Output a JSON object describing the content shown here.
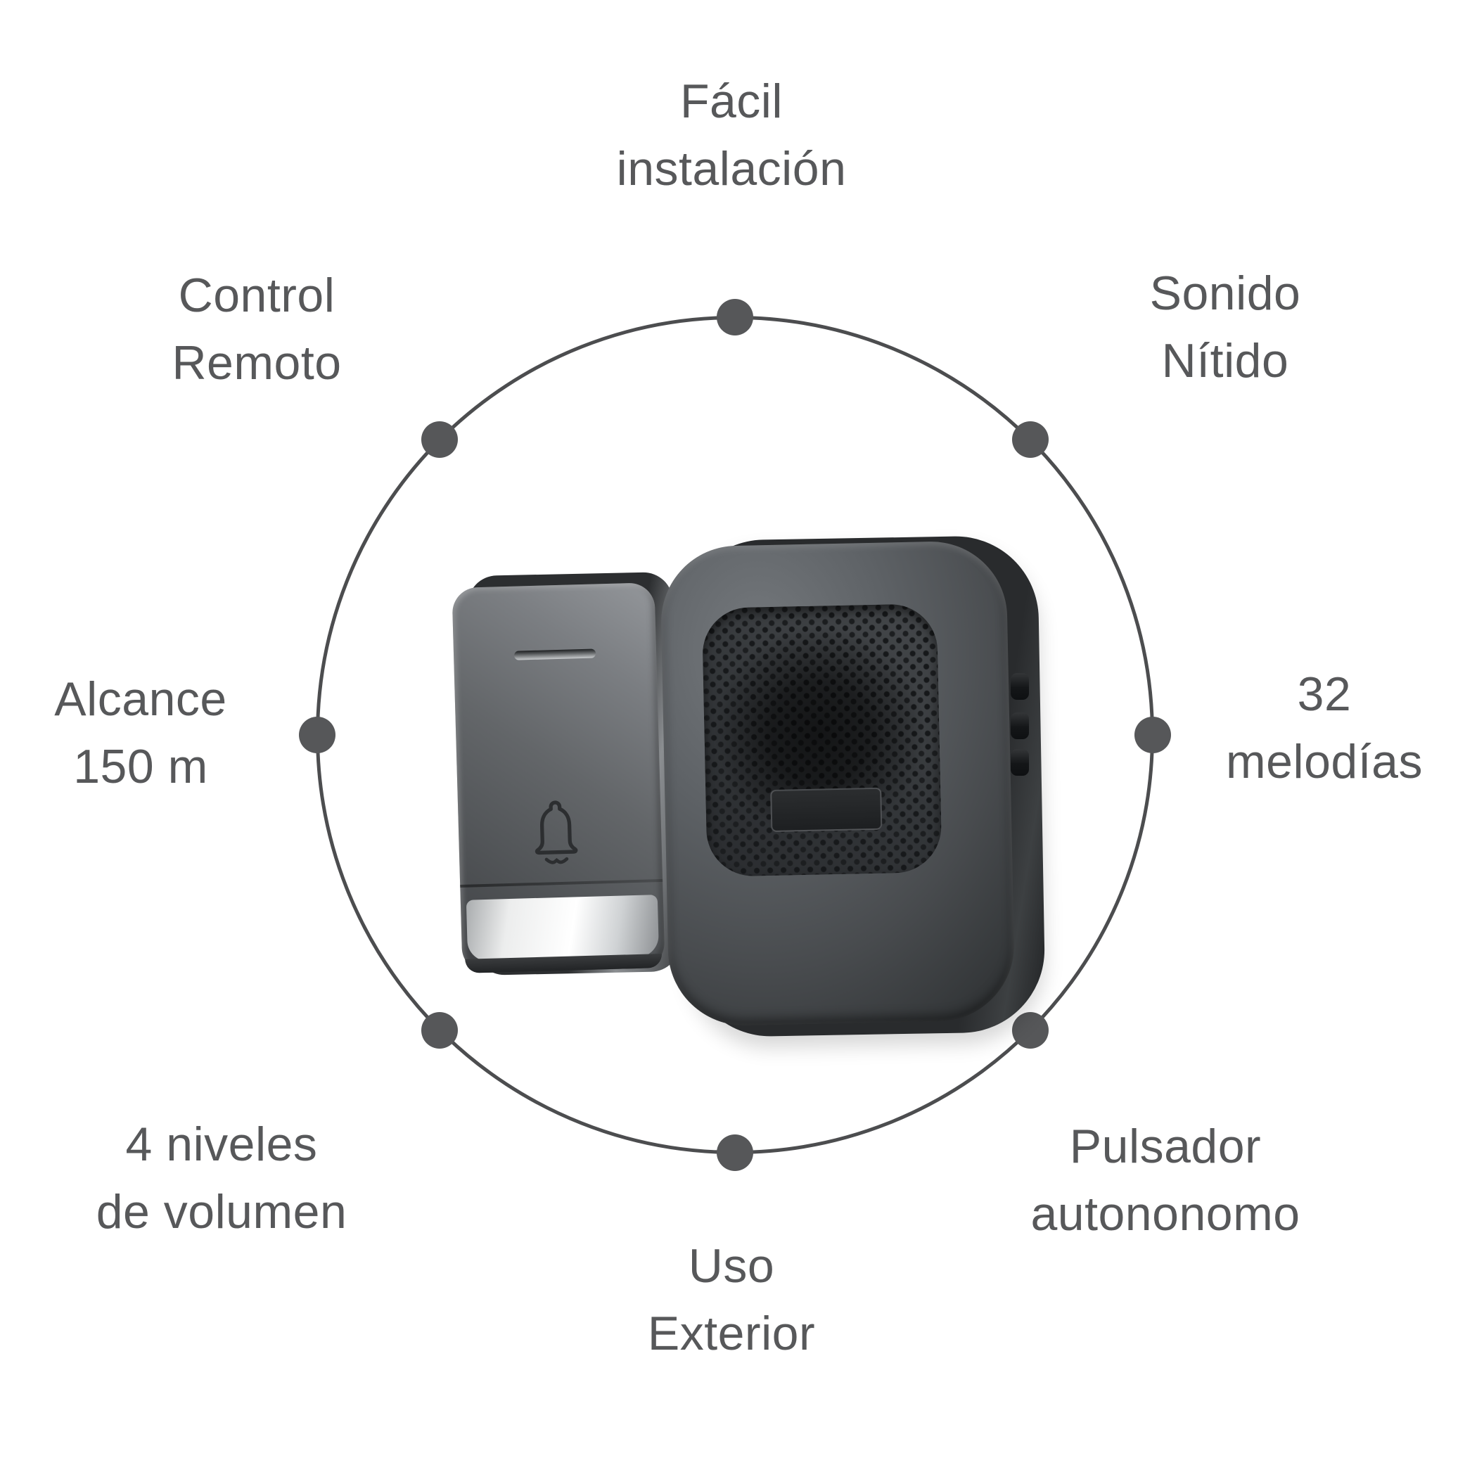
{
  "infographic": {
    "title": "wireless-doorbell-features",
    "background_color": "#ffffff",
    "text_color": "#57585a",
    "circle_color": "#4c4d4f",
    "dot_color": "#565759",
    "features": {
      "facil": {
        "line1": "Fácil",
        "line2": "instalación"
      },
      "sonido": {
        "line1": "Sonido",
        "line2": "Nítido"
      },
      "melodias": {
        "line1": "32",
        "line2": "melodías"
      },
      "pulsador": {
        "line1": "Pulsador",
        "line2": "autononomo"
      },
      "uso": {
        "line1": "Uso",
        "line2": "Exterior"
      },
      "niveles": {
        "line1": "4 niveles",
        "line2": "de volumen"
      },
      "alcance": {
        "line1": "Alcance",
        "line2": "150 m"
      },
      "control": {
        "line1": "Control",
        "line2": "Remoto"
      }
    },
    "icons": {
      "bell_icon": "bell"
    },
    "products": {
      "push_button": "doorbell push button with LED slit, embossed bell icon and silver bottom strip",
      "receiver": "plug-in chime with perforated speaker grille, label plate and 3 side buttons"
    }
  }
}
